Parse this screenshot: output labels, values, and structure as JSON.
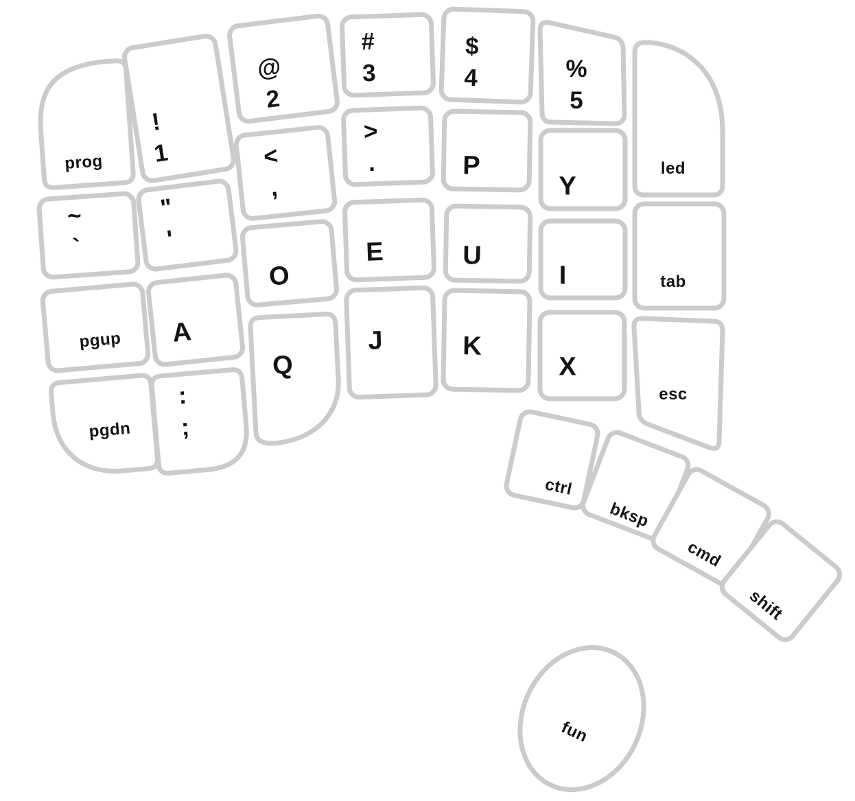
{
  "palette": {
    "key_outline": "#cbcbcb",
    "key_fill": "#ffffff",
    "label_text": "#141414",
    "background": "#ffffff"
  },
  "keys": {
    "prog": {
      "label": "prog"
    },
    "num1": {
      "shifted": "!",
      "base": "1"
    },
    "num2": {
      "shifted": "@",
      "base": "2"
    },
    "num3": {
      "shifted": "#",
      "base": "3"
    },
    "num4": {
      "shifted": "$",
      "base": "4"
    },
    "num5": {
      "shifted": "%",
      "base": "5"
    },
    "led": {
      "label": "led"
    },
    "tilde": {
      "shifted": "~",
      "base": "`"
    },
    "quote": {
      "shifted": "\"",
      "base": "'"
    },
    "comma": {
      "shifted": "<",
      "base": ","
    },
    "period": {
      "shifted": ">",
      "base": "."
    },
    "p": {
      "label": "P"
    },
    "y": {
      "label": "Y"
    },
    "tab": {
      "label": "tab"
    },
    "pgup": {
      "label": "pgup"
    },
    "a": {
      "label": "A"
    },
    "o": {
      "label": "O"
    },
    "e": {
      "label": "E"
    },
    "u": {
      "label": "U"
    },
    "i": {
      "label": "I"
    },
    "esc": {
      "label": "esc"
    },
    "pgdn": {
      "label": "pgdn"
    },
    "semicolon": {
      "shifted": ":",
      "base": ";"
    },
    "q": {
      "label": "Q"
    },
    "j": {
      "label": "J"
    },
    "k": {
      "label": "K"
    },
    "x": {
      "label": "X"
    },
    "ctrl": {
      "label": "ctrl"
    },
    "bksp": {
      "label": "bksp"
    },
    "cmd": {
      "label": "cmd"
    },
    "shift": {
      "label": "shift"
    },
    "fun": {
      "label": "fun"
    }
  }
}
